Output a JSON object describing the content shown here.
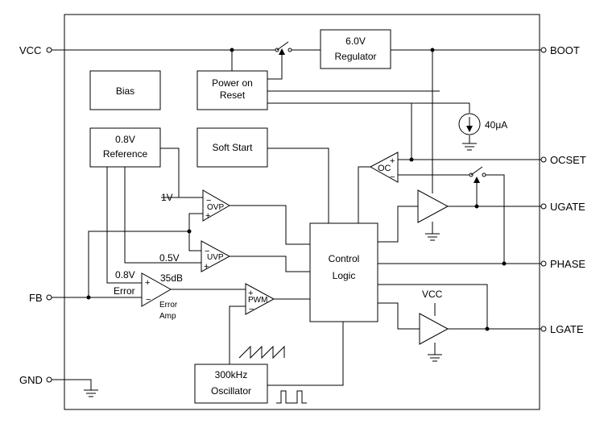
{
  "pins": {
    "vcc": "VCC",
    "fb": "FB",
    "gnd": "GND",
    "boot": "BOOT",
    "ocset": "OCSET",
    "ugate": "UGATE",
    "phase": "PHASE",
    "lgate": "LGATE"
  },
  "blocks": {
    "regulator": [
      "6.0V",
      "Regulator"
    ],
    "bias": "Bias",
    "power_on_reset": [
      "Power on",
      "Reset"
    ],
    "reference": [
      "0.8V",
      "Reference"
    ],
    "soft_start": "Soft Start",
    "control_logic": [
      "Control",
      "Logic"
    ],
    "oscillator": [
      "300kHz",
      "Oscillator"
    ]
  },
  "comparators": {
    "ovp": "OVP",
    "uvp": "UVP",
    "pwm": "PWM",
    "oc": "OC"
  },
  "labels": {
    "ovp_ref": "1V",
    "uvp_ref": "0.5V",
    "err_ref": "0.8V",
    "error": "Error",
    "gain": "35dB",
    "error_amp": [
      "Error",
      "Amp"
    ],
    "current_source": "40μA",
    "lgate_vcc": "VCC",
    "minus": "−",
    "plus": "+"
  }
}
